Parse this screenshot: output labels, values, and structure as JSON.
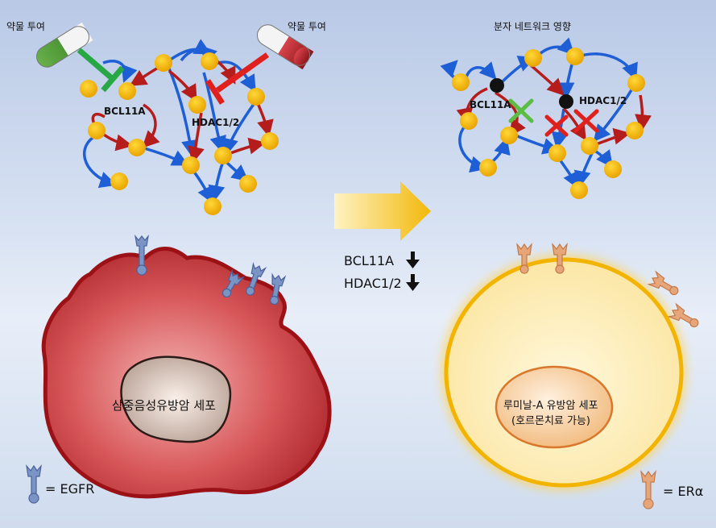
{
  "left_panel": {
    "drug_label_left": "약물 투여",
    "drug_label_right": "약물 투여",
    "node_bcl11a": "BCL11A",
    "node_hdac": "HDAC1/2",
    "cell_label": "삼중음성유방암 세포",
    "legend_label": "= EGFR"
  },
  "center": {
    "bcl11a_down": "BCL11A",
    "hdac_down": "HDAC1/2"
  },
  "right_panel": {
    "title": "분자 네트워크 영향",
    "node_bcl11a": "BCL11A",
    "node_hdac": "HDAC1/2",
    "cell_label_line1": "루미날-A 유방암 세포",
    "cell_label_line2": "(호르몬치료 가능)",
    "legend_label": "= ERα"
  },
  "colors": {
    "node": "#f5b800",
    "arrow_blue": "#1f5fd6",
    "arrow_red": "#b51d1d",
    "inhibit_green": "#27a844",
    "inhibit_red": "#e0201c",
    "tnbc_cell": "#c8383c",
    "luminal_cell": "#fbe9a8"
  }
}
